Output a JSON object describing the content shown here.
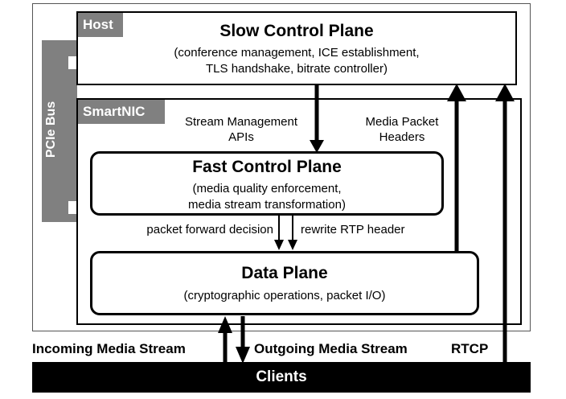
{
  "host": {
    "tag": "Host",
    "title": "Slow Control Plane",
    "subtitle_line1": "(conference management, ICE establishment,",
    "subtitle_line2": "TLS handshake, bitrate controller)"
  },
  "smartnic": {
    "tag": "SmartNIC",
    "stream_mgmt_line1": "Stream Management",
    "stream_mgmt_line2": "APIs",
    "media_headers_line1": "Media Packet",
    "media_headers_line2": "Headers"
  },
  "pcie": {
    "label": "PCIe Bus"
  },
  "fast_control": {
    "title": "Fast Control Plane",
    "subtitle_line1": "(media quality enforcement,",
    "subtitle_line2": "media stream transformation)"
  },
  "between": {
    "left_label": "packet forward decision",
    "right_label": "rewrite RTP header"
  },
  "data_plane": {
    "title": "Data Plane",
    "subtitle": "(cryptographic operations, packet I/O)"
  },
  "bottom": {
    "incoming": "Incoming Media Stream",
    "outgoing": "Outgoing Media Stream",
    "rtcp": "RTCP",
    "clients": "Clients"
  }
}
